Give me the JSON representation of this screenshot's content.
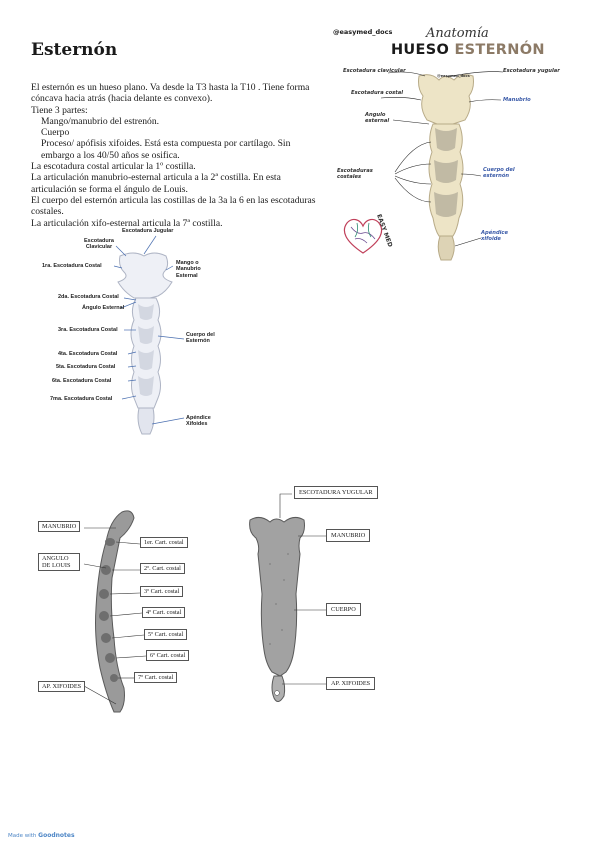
{
  "document": {
    "title": "Esternón",
    "paragraphs": [
      "El esternón es un hueso plano. Va desde la T3 hasta la T10 . Tiene forma cóncava hacia atrás (hacia delante es convexo).",
      "Tiene 3 partes:",
      "Mango/manubrio del estrenón.",
      "Cuerpo",
      "Proceso/ apófisis xifoides. Está esta compuesta por cartílago. Sin embargo a los 40/50 años se osifica.",
      "La escotadura costal articular la 1º costilla.",
      "La articulación manubrio-esternal articula a la 2ª costilla. En esta articulación se forma el ángulo de Louis.",
      "El cuerpo del esternón articula las costillas de la 3a la 6 en las escotaduras costales.",
      "La articulación xifo-esternal articula la 7ª costilla."
    ]
  },
  "card": {
    "handle": "@easymed_docs",
    "script_title": "Anatomía",
    "headline_main": "HUESO",
    "headline_accent": "ESTERNÓN",
    "inner_handle": "@easymed_docs",
    "brand": "EASY MED",
    "labels": {
      "clavicular": "Escotadura clavicular",
      "yugular": "Escotadura yugular",
      "costal": "Escotadura costal",
      "manubrio": "Manubrio",
      "angulo": "Angulo esternal",
      "cuerpo": "Cuerpo del esternón",
      "costales": "Escotaduras costales",
      "apendice": "Apéndice xifoide"
    }
  },
  "figure_labeled": {
    "labels": {
      "jugular": "Escotadura Jugular",
      "clavicular": "Escotadura Clavicular",
      "costal1": "1ra. Escotadura Costal",
      "mango": "Mango o Manubrio Esternal",
      "costal2": "2da. Escotadura Costal",
      "angulo": "Ángulo Esternal",
      "costal3": "3ra. Escotadura Costal",
      "cuerpo": "Cuerpo del Esternón",
      "costal4": "4ta. Escotadura Costal",
      "costal5": "5ta. Escotadura Costal",
      "costal6": "6ta. Escotadura Costal",
      "costal7": "7ma. Escotadura Costal",
      "apendice": "Apéndice Xifoides"
    }
  },
  "figure_lateral": {
    "labels": {
      "manubrio": "MANUBRIO",
      "angulo": "ANGULO DE LOUIS",
      "apx": "AP. XIFOIDES",
      "c1": "1er. Cart. costal",
      "c2": "2º. Cart. costal",
      "c3": "3º Cart. costal",
      "c4": "4º Cart. costal",
      "c5": "5º Cart. costal",
      "c6": "6º Cart. costal",
      "c7": "7º Cart. costal"
    }
  },
  "figure_anterior": {
    "labels": {
      "yugular": "ESCOTADURA YUGULAR",
      "manubrio": "MANUBRIO",
      "cuerpo": "CUERPO",
      "apx": "AP. XIFOIDES"
    }
  },
  "footer": {
    "prefix": "Made with",
    "app": "Goodnotes"
  },
  "colors": {
    "bone_card": "#ede4c6",
    "bone_fig2": "#eef0f6",
    "bone_gray": "#9a9a9a",
    "label_blue": "#3a5aa8",
    "accent_brown": "#8c7a66",
    "footer_blue": "#4d86c6"
  }
}
